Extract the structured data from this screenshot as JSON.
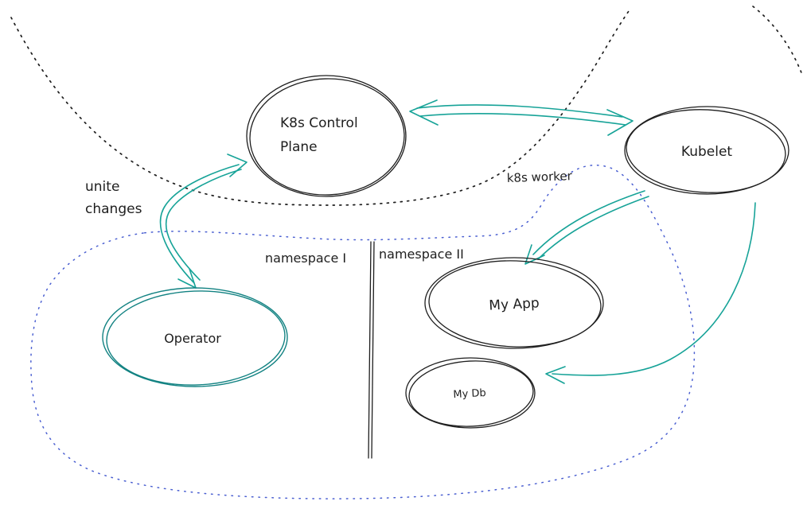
{
  "diagram": {
    "nodes": {
      "control_plane": {
        "label_line1": "K8s Control",
        "label_line2": "Plane"
      },
      "kubelet": {
        "label": "Kubelet"
      },
      "operator": {
        "label": "Operator"
      },
      "my_app": {
        "label": "My App"
      },
      "my_db": {
        "label": "My Db"
      }
    },
    "annotations": {
      "unite_changes_line1": "unite",
      "unite_changes_line2": "changes",
      "namespace_1": "namespace I",
      "namespace_2": "namespace II",
      "k8s_worker": "k8s worker"
    },
    "colors": {
      "ink": "#1e1e1e",
      "teal": "#17a398",
      "teal_fill": "#63bfbf",
      "teal_outline": "#128282",
      "red_fill": "#ea8d8d",
      "blue_dotted": "#4a5fd1",
      "background": "#ffffff"
    }
  }
}
